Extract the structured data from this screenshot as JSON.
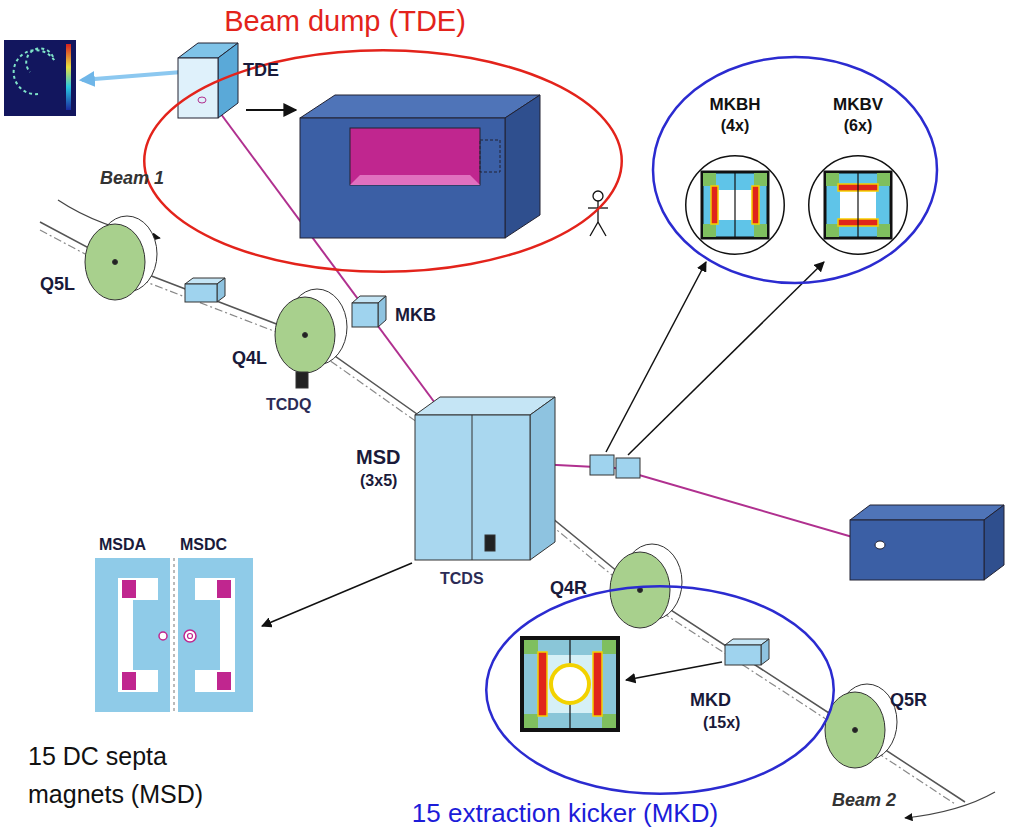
{
  "diagram": {
    "nodes": [
      {
        "text": [
          "Beam dump (TDE)"
        ]
      },
      {
        "text": [
          "MKBH",
          "(4x)"
        ]
      },
      {
        "text": [
          "MKBV",
          "(6x)"
        ]
      },
      {
        "text": [
          "15 extraction kicker (MKD)"
        ]
      }
    ],
    "labels": [
      "TDE",
      "Beam 1",
      "Q5L",
      "Q4L",
      "TCDQ",
      "MKB",
      "MSD",
      "(3x5)",
      "TCDS",
      "MSDA",
      "MSDC",
      "15 DC septa magnets (MSD)",
      "Q4R",
      "MKD",
      "(15x)",
      "Q5R",
      "Beam 2"
    ]
  }
}
